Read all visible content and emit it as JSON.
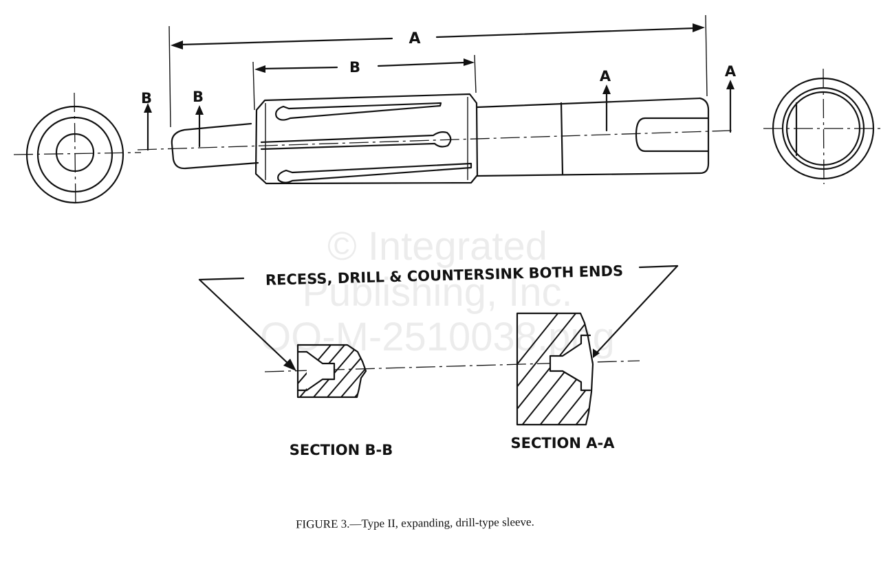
{
  "dimensions": {
    "a": "A",
    "b": "B"
  },
  "section_cuts": {
    "a_left": "A",
    "a_right": "A",
    "b_left": "B",
    "b_right": "B"
  },
  "note": "RECESS, DRILL & COUNTERSINK BOTH ENDS",
  "sections": {
    "b_b": "SECTION B-B",
    "a_a": "SECTION A-A"
  },
  "caption": {
    "prefix": "FIGURE 3.",
    "text": "—Type II, expanding, drill-type sleeve."
  },
  "watermark": {
    "line1": "© Integrated",
    "line2": "Publishing, Inc.",
    "line3": "OO-M-2510038.png"
  }
}
